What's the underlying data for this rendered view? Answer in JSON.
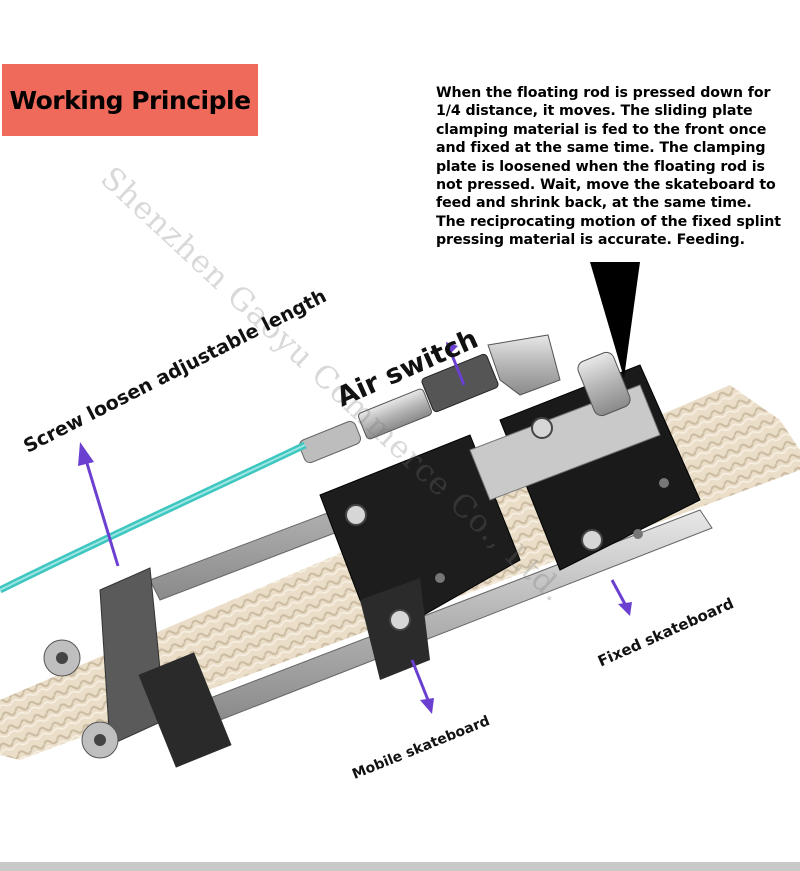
{
  "title": "Working Principle",
  "description_lines": [
    "When the floating rod is pressed down for",
    "1/4 distance, it moves. The sliding plate",
    "clamping material is fed to the front once",
    "and fixed at the same time. The clamping",
    "plate is loosened when the floating rod is",
    "not pressed. Wait, move the skateboard to",
    "feed and shrink back, at the same time.",
    "The reciprocating motion of the fixed splint",
    "pressing material is accurate. Feeding."
  ],
  "watermark": "Shenzhen Gaoyu Commerce Co., Ltd.",
  "labels": {
    "screw": "Screw loosen adjustable length",
    "air_switch": "Air switch",
    "fixed_skateboard": "Fixed skateboard",
    "mobile_skateboard": "Mobile skateboard"
  },
  "colors": {
    "title_bg": "#f06a5c",
    "arrow": "#6b3fd0",
    "hose": "#3ec6c0",
    "ribbon": "#e6d9c3",
    "block": "#1a1a1a",
    "rail": "#c8c8c8"
  },
  "icons": [
    "arrow-icon",
    "pointer-icon",
    "bolt-icon"
  ]
}
